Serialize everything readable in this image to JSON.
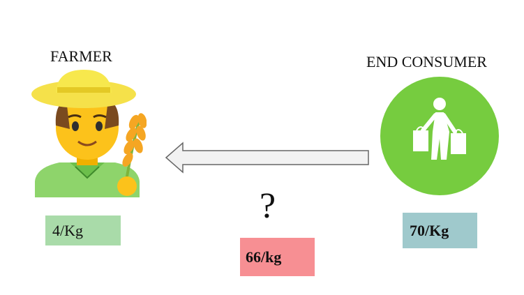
{
  "farmer": {
    "title": "FARMER",
    "price": "4/Kg",
    "icon": "farmer-icon"
  },
  "consumer": {
    "title": "END CONSUMER",
    "price": "70/Kg",
    "icon": "shopper-icon"
  },
  "middle": {
    "question": "?",
    "price": "66/kg"
  },
  "arrow": {
    "direction": "left",
    "icon": "arrow-left-icon"
  },
  "colors": {
    "farmer_box": "#a9dba9",
    "consumer_box": "#9fc9cc",
    "middle_box": "#f78f93",
    "consumer_circle": "#76cc3f",
    "arrow_fill": "#f2f2f2"
  }
}
